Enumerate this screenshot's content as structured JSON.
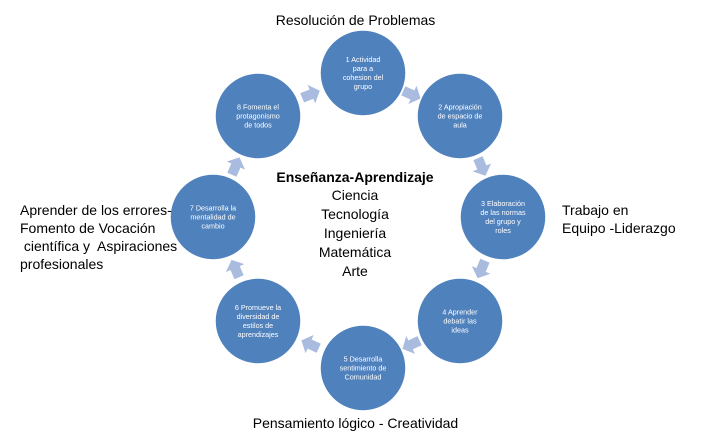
{
  "labels": {
    "top": "Resolución de Problemas",
    "right": [
      "Trabajo en",
      "Equipo -Liderazgo"
    ],
    "bottom": "Pensamiento lógico - Creatividad",
    "left": [
      "Aprender de los errores-",
      "Fomento de Vocación",
      " científica y  Aspiraciones",
      "profesionales"
    ]
  },
  "center": {
    "title": "Enseñanza-Aprendizaje",
    "subjects": [
      "Ciencia",
      "Tecnología",
      "Ingeniería",
      "Matemática",
      "Arte"
    ]
  },
  "nodes": [
    {
      "lines": [
        "1 Actividad",
        "para a",
        "cohesion del",
        "grupo"
      ]
    },
    {
      "lines": [
        "2 Apropiación",
        "de espacio de",
        "aula"
      ]
    },
    {
      "lines": [
        "3 Elaboración",
        "de las normas",
        "del grupo y",
        "roles"
      ]
    },
    {
      "lines": [
        "4 Aprender",
        "debatir las",
        "ideas"
      ]
    },
    {
      "lines": [
        "5 Desarrolla",
        "sentimiento de",
        "Comunidad"
      ]
    },
    {
      "lines": [
        "6 Promueve la",
        "diversidad de",
        "estilos de",
        "aprendizajes"
      ]
    },
    {
      "lines": [
        "7 Desarrolla la",
        "mentalidad de",
        "cambio"
      ]
    },
    {
      "lines": [
        "8 Fomenta el",
        "protagonismo",
        "de todos"
      ]
    }
  ],
  "colors": {
    "node_fill": "#4f81bd",
    "node_stroke": "#ffffff",
    "arrow": "#a9bcdf"
  }
}
